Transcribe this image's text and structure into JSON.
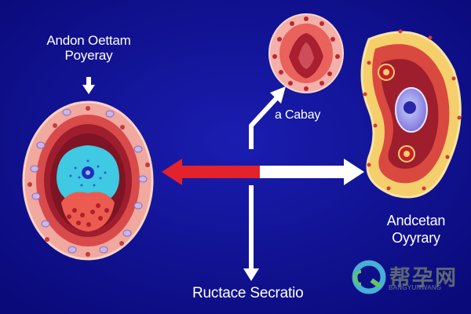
{
  "labels": {
    "top_left": [
      "Andon Oettam",
      "Poyeray"
    ],
    "mid": "a Cabay",
    "right": [
      "Andcetan",
      "Oyyrary"
    ],
    "bottom": "Ructace Secratio"
  },
  "watermark": {
    "main": "帮孕网",
    "sub": "BANGYUNWANG"
  },
  "colors": {
    "background": "#0c0d8a",
    "arrow_red": "#e3222b",
    "arrow_white": "#ffffff",
    "cell_pink": "#f3a7a0",
    "cell_dark_red": "#9e1e2e",
    "cyan": "#3fc9e3",
    "yellow": "#f5cf6b"
  }
}
